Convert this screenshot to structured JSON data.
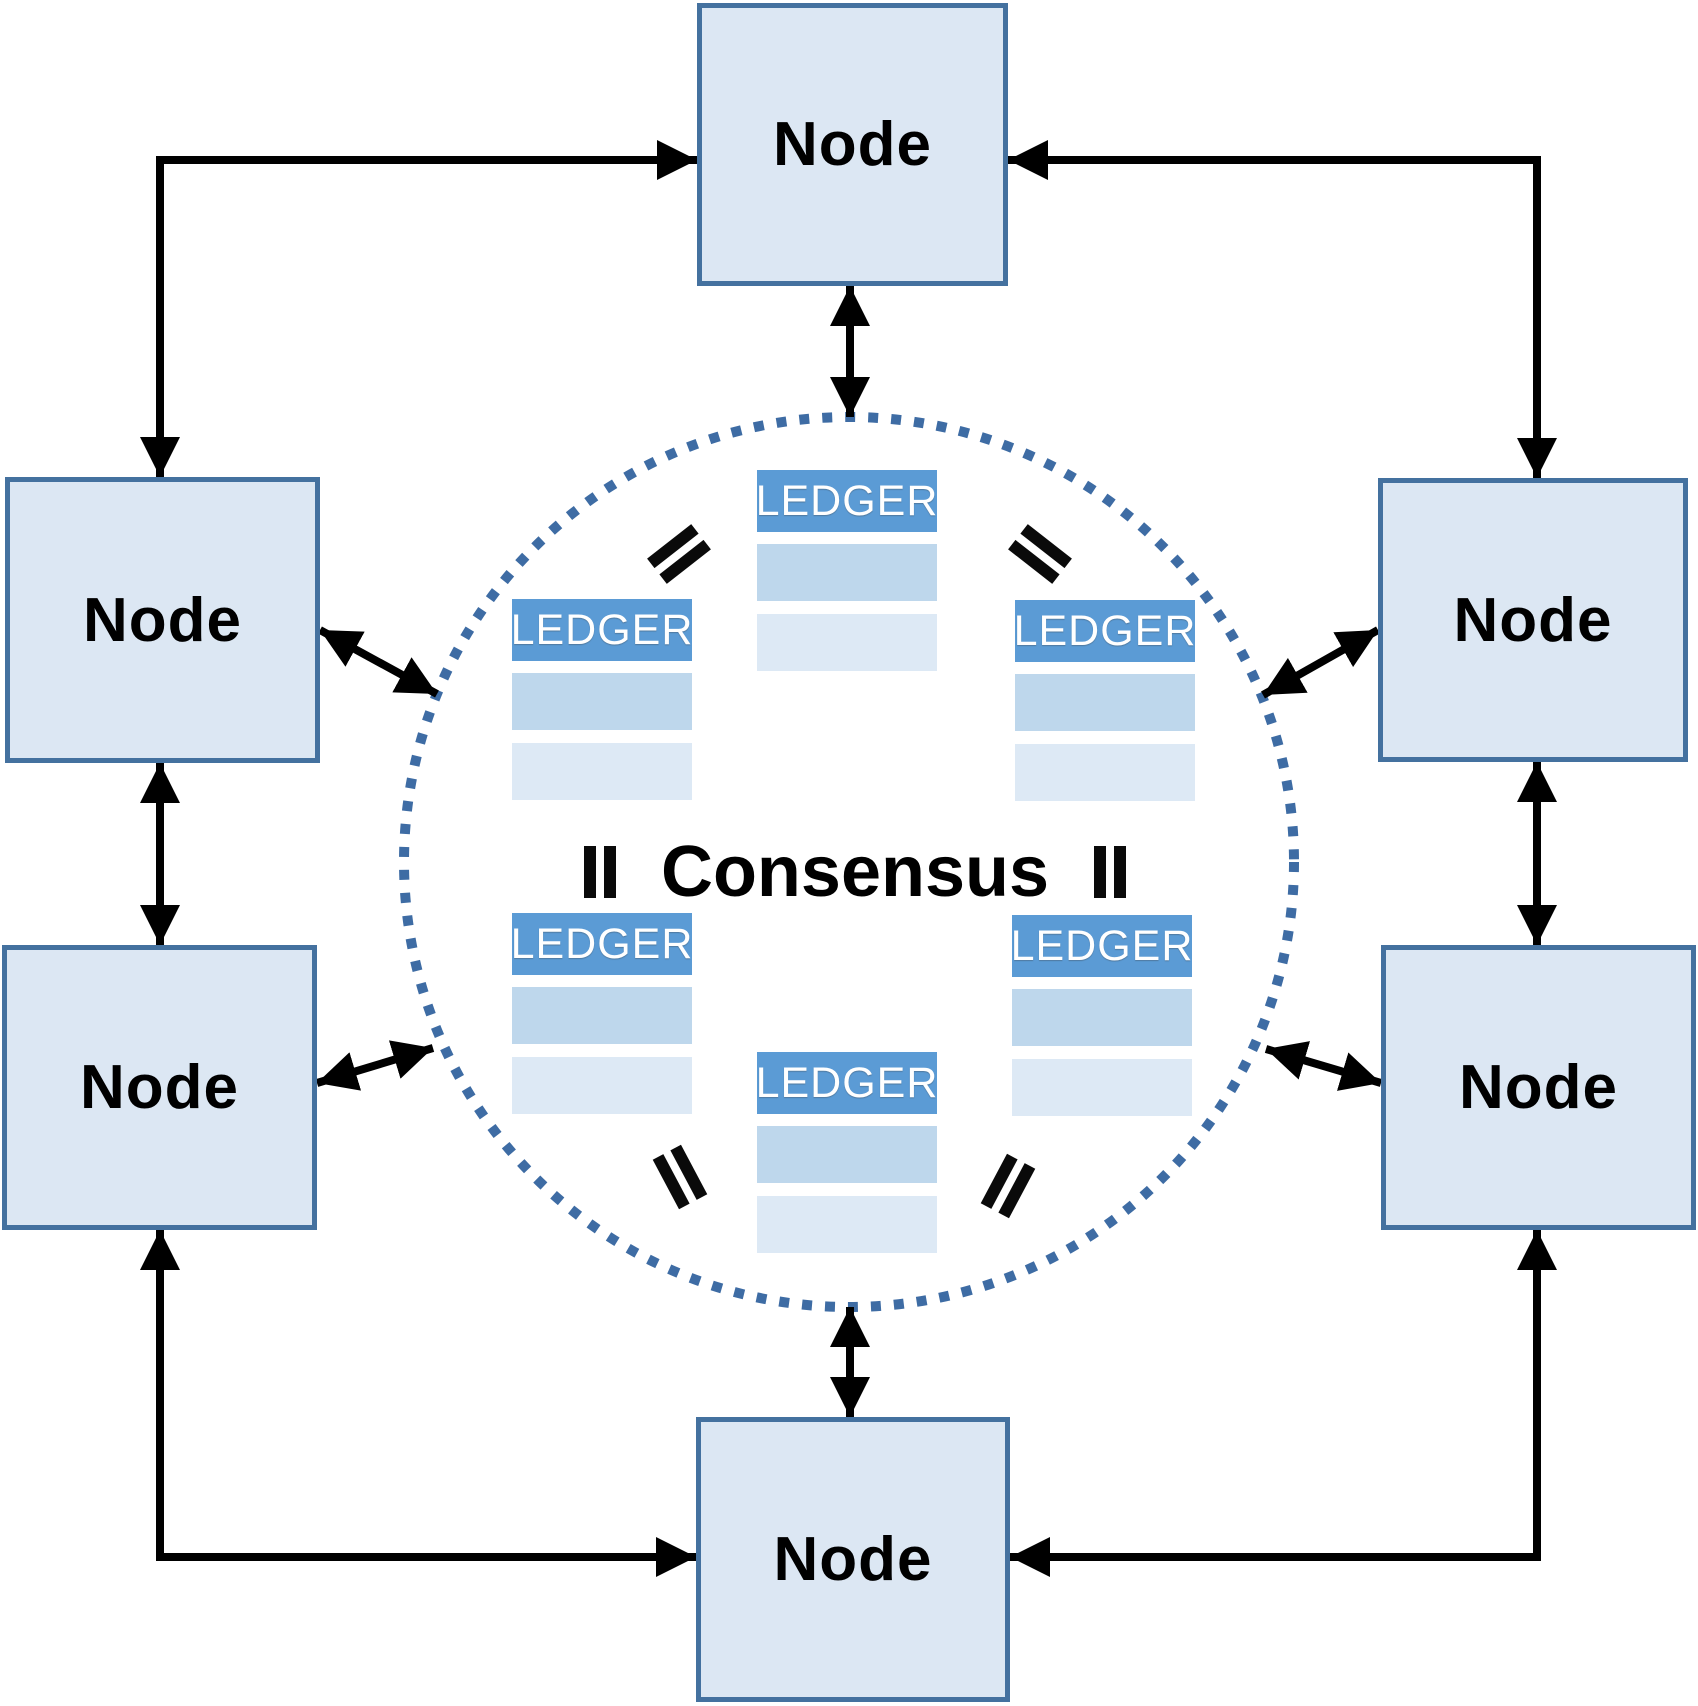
{
  "consensus": {
    "label": "Consensus"
  },
  "nodes": [
    {
      "position": "top",
      "label": "Node"
    },
    {
      "position": "upper-left",
      "label": "Node"
    },
    {
      "position": "upper-right",
      "label": "Node"
    },
    {
      "position": "lower-left",
      "label": "Node"
    },
    {
      "position": "lower-right",
      "label": "Node"
    },
    {
      "position": "bottom",
      "label": "Node"
    }
  ],
  "ledgers": [
    {
      "position": "top",
      "label": "LEDGER",
      "blank_rows": 2
    },
    {
      "position": "upper-left",
      "label": "LEDGER",
      "blank_rows": 2
    },
    {
      "position": "upper-right",
      "label": "LEDGER",
      "blank_rows": 2
    },
    {
      "position": "lower-left",
      "label": "LEDGER",
      "blank_rows": 2
    },
    {
      "position": "lower-right",
      "label": "LEDGER",
      "blank_rows": 2
    },
    {
      "position": "bottom",
      "label": "LEDGER",
      "blank_rows": 2
    }
  ],
  "icons": {
    "equals_sign": "=",
    "double_arrow": "↔",
    "dotted_circle": "consensus-boundary"
  },
  "colors": {
    "node_fill": "#dce7f3",
    "node_border": "#44719f",
    "ledger_header": "#5b9bd5",
    "ledger_row_1": "#bed7ec",
    "ledger_row_2": "#dde9f5",
    "circle_dots": "#3e6ca4",
    "arrows": "#000000",
    "node_text": "#000000",
    "ledger_text": "#ffffff",
    "background": "#ffffff"
  }
}
